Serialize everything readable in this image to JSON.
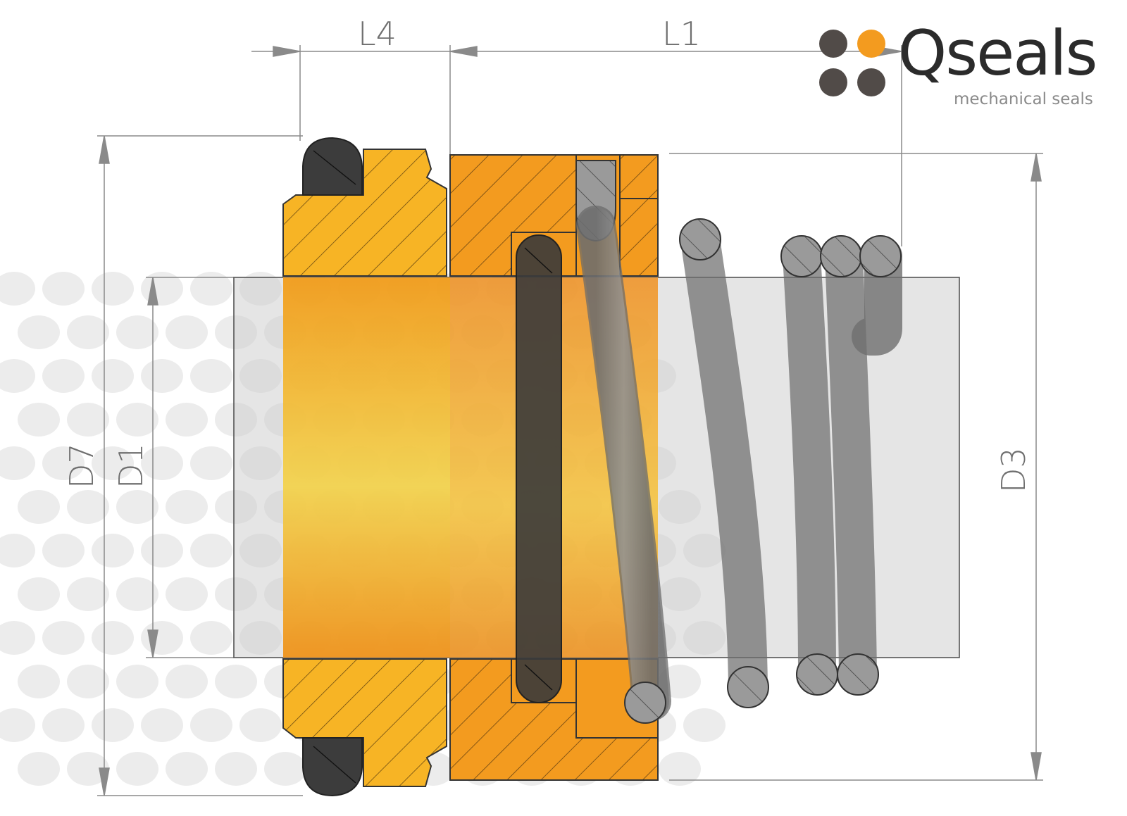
{
  "brand": {
    "name": "Qseals",
    "tagline": "mechanical seals",
    "colors": {
      "accent": "#f39b1f",
      "dot": "#514b48",
      "text": "#2b2b2b"
    }
  },
  "dimensions": {
    "L4": "L4",
    "L1": "L1",
    "D7": "D7",
    "D1": "D1",
    "D3": "D3"
  },
  "colors": {
    "sleeve_yellow": "#f7b425",
    "body_orange": "#f39b1f",
    "oring_dark": "#3a3a3a",
    "spring_grey": "#8d8d8d",
    "shaft_grey": "#d6d6d6",
    "dim_line": "#8a8a8a"
  }
}
